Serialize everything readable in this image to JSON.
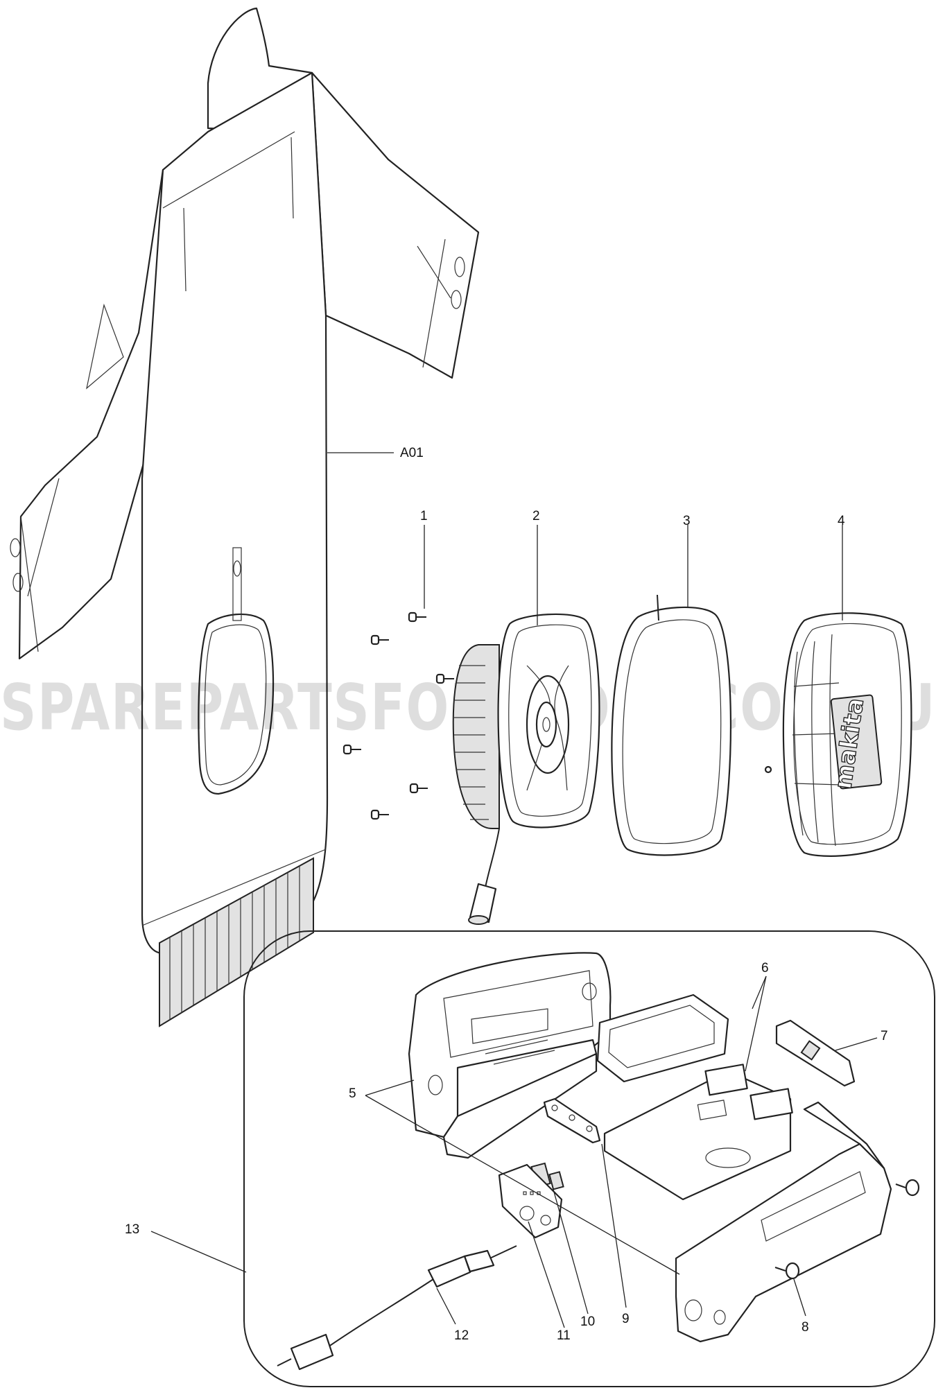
{
  "watermark": "SPAREPARTSFORTOOLS.COM.AU",
  "callouts": {
    "a01": "A01",
    "p1": "1",
    "p2": "2",
    "p3": "3",
    "p4": "4",
    "p5": "5",
    "p6": "6",
    "p7": "7",
    "p8": "8",
    "p9": "9",
    "p10": "10",
    "p11": "11",
    "p12": "12",
    "p13": "13"
  },
  "logo_text": "makita"
}
